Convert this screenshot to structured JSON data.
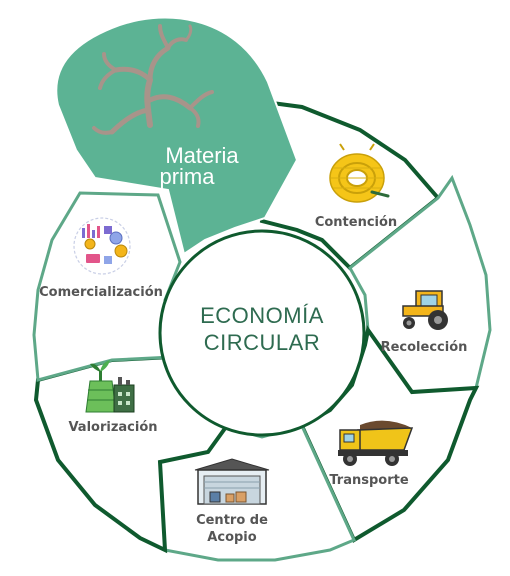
{
  "center": {
    "line1": "ECONOMÍA",
    "line2": "CIRCULAR"
  },
  "stages": {
    "materia_prima": {
      "line1": "Materia",
      "line2": "prima",
      "icon": "seaweed-icon"
    },
    "contencion": {
      "label": "Contención",
      "icon": "coiled-boom-icon"
    },
    "recoleccion": {
      "label": "Recolección",
      "icon": "tractor-icon"
    },
    "transporte": {
      "label": "Transporte",
      "icon": "dump-truck-icon"
    },
    "centro": {
      "line1": "Centro de",
      "line2": "Acopio",
      "icon": "warehouse-icon"
    },
    "valorizacion": {
      "label": "Valorización",
      "icon": "factory-icon"
    },
    "comercializacion": {
      "label": "Comercialización",
      "icon": "commerce-icon"
    }
  },
  "colors": {
    "accent": "#5cb394",
    "dark_green": "#0f5a2e",
    "light_green": "#5ea888",
    "label_gray": "#555555",
    "center_text": "#2e6b50"
  }
}
